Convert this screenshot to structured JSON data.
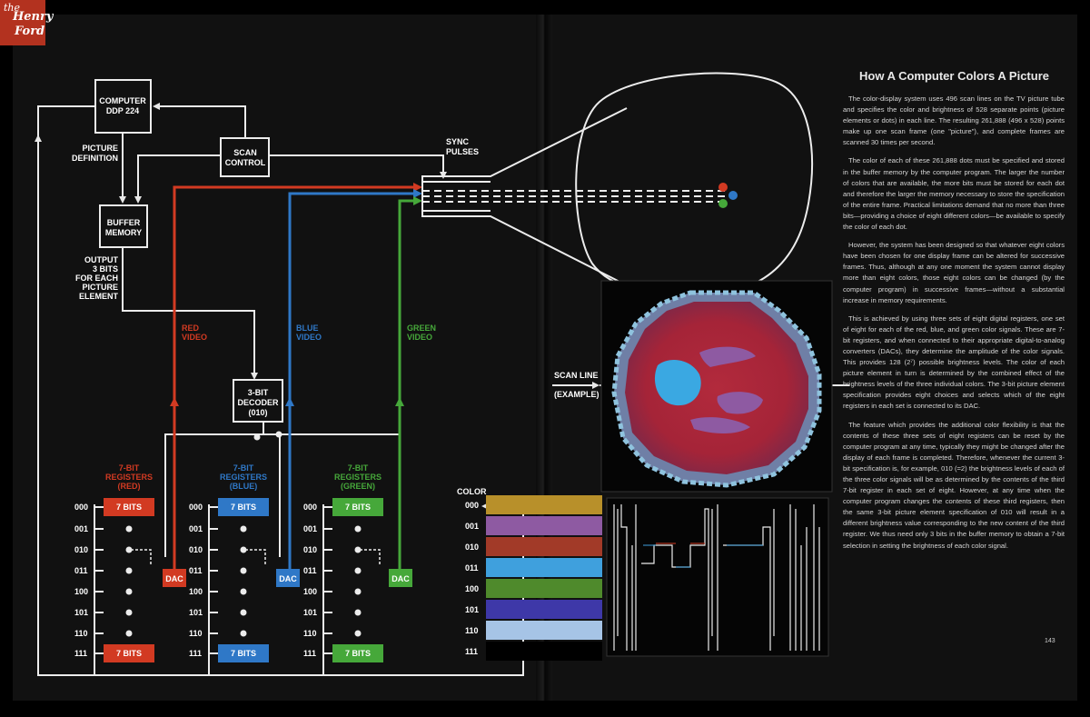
{
  "logo": {
    "line1": "the",
    "line2": "Henry",
    "line3": "Ford"
  },
  "diagram": {
    "computer_line1": "COMPUTER",
    "computer_line2": "DDP 224",
    "scan_control_line1": "SCAN",
    "scan_control_line2": "CONTROL",
    "picture_definition_line1": "PICTURE",
    "picture_definition_line2": "DEFINITION",
    "buffer_line1": "BUFFER",
    "buffer_line2": "MEMORY",
    "output_lines": [
      "OUTPUT",
      "3 BITS",
      "FOR EACH",
      "PICTURE",
      "ELEMENT"
    ],
    "sync_line1": "SYNC",
    "sync_line2": "PULSES",
    "red_video_line1": "RED",
    "red_video_line2": "VIDEO",
    "blue_video_line1": "BLUE",
    "blue_video_line2": "VIDEO",
    "green_video_line1": "GREEN",
    "green_video_line2": "VIDEO",
    "decoder_line1": "3-BIT",
    "decoder_line2": "DECODER",
    "decoder_line3": "(010)",
    "scan_line_line1": "SCAN LINE",
    "scan_line_line2": "(EXAMPLE)",
    "dac_label": "DAC",
    "bits_label": "7 BITS",
    "bit_codes": [
      "000",
      "001",
      "010",
      "011",
      "100",
      "101",
      "110",
      "111"
    ],
    "registers": [
      {
        "line1": "7-BIT",
        "line2": "REGISTERS",
        "line3": "(RED)",
        "color": "#d23a22"
      },
      {
        "line1": "7-BIT",
        "line2": "REGISTERS",
        "line3": "(BLUE)",
        "color": "#2f78c7"
      },
      {
        "line1": "7-BIT",
        "line2": "REGISTERS",
        "line3": "(GREEN)",
        "color": "#46a83a"
      }
    ],
    "color_table_title": "COLOR",
    "color_rows": [
      {
        "code": "000",
        "color": "#b8902a"
      },
      {
        "code": "001",
        "color": "#8e5aa2"
      },
      {
        "code": "010",
        "color": "#a23a28"
      },
      {
        "code": "011",
        "color": "#3fa0dd"
      },
      {
        "code": "100",
        "color": "#4f8a2c"
      },
      {
        "code": "101",
        "color": "#3e38a8"
      },
      {
        "code": "110",
        "color": "#a6c4e6"
      },
      {
        "code": "111",
        "color": "#000000"
      }
    ]
  },
  "article": {
    "title": "How A Computer Colors A Picture",
    "paragraphs": [
      "The color-display system uses 496 scan lines on the TV picture tube and specifies the color and brightness of 528 separate points (picture elements or dots) in each line. The resulting 261,888 (496 x 528) points make up one scan frame (one \"picture\"), and complete frames are scanned 30 times per second.",
      "The color of each of these 261,888 dots must be specified and stored in the buffer memory by the computer program. The larger the number of colors that are available, the more bits must be stored for each dot and therefore the larger the memory necessary to store the specification of the entire frame. Practical limitations demand that no more than three bits—providing a choice of eight different colors—be available to specify the color of each dot.",
      "However, the system has been designed so that whatever eight colors have been chosen for one display frame can be altered for successive frames. Thus, although at any one moment the system cannot display more than eight colors, those eight colors can be changed (by the computer program) in successive frames—without a substantial increase in memory requirements.",
      "This is achieved by using three sets of eight digital registers, one set of eight for each of the red, blue, and green color signals. These are 7-bit registers, and when connected to their appropriate digital-to-analog converters (DACs), they determine the amplitude of the color signals. This provides 128 (2⁷) possible brightness levels. The color of each picture element in turn is determined by the combined effect of the brightness levels of the three individual colors. The 3-bit picture element specification provides eight choices and selects which of the eight registers in each set is connected to its DAC.",
      "The feature which provides the additional color flexibility is that the contents of these three sets of eight registers can be reset by the computer program at any time, typically they might be changed after the display of each frame is completed. Therefore, whenever the current 3-bit specification is, for example, 010 (=2) the brightness levels of each of the three color signals will be as determined by the contents of the third 7-bit register in each set of eight. However, at any time when the computer program changes the contents of these third registers, then the same 3-bit picture element specification of 010 will result in a different brightness value corresponding to the new content of the third register. We thus need only 3 bits in the buffer memory to obtain a 7-bit selection in setting the brightness of each color signal."
    ],
    "page_number": "143"
  }
}
